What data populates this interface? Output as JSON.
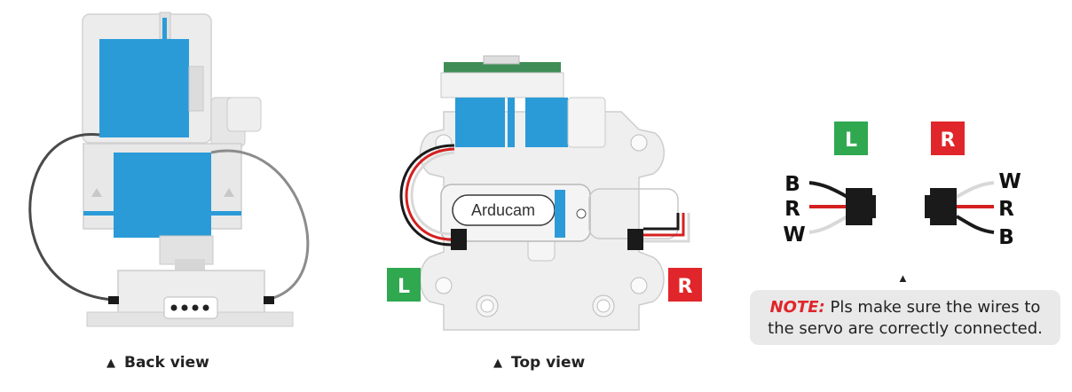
{
  "diagram": {
    "captions": {
      "back_view": "Back view",
      "top_view": "Top view"
    },
    "brand_label": "Arducam",
    "left_badge": "L",
    "right_badge": "R",
    "connector_legend": {
      "left_badge": "L",
      "right_badge": "R",
      "left_wires": [
        "B",
        "R",
        "W"
      ],
      "right_wires": [
        "W",
        "R",
        "B"
      ]
    },
    "note": {
      "label": "NOTE:",
      "text": "Pls make sure the wires to the servo are correctly connected."
    },
    "colors": {
      "servo_blue": "#2b9bd8",
      "frame_gray": "#e8e8e8",
      "badge_green": "#2fa84f",
      "badge_red": "#e0262a",
      "wire_black": "#1a1a1a",
      "wire_red": "#d42020",
      "wire_white": "#d8d8d8",
      "wire_gray": "#8c8c8c",
      "pcb_green": "#3f8e57"
    },
    "icons": [
      "triangle-up-icon"
    ]
  }
}
